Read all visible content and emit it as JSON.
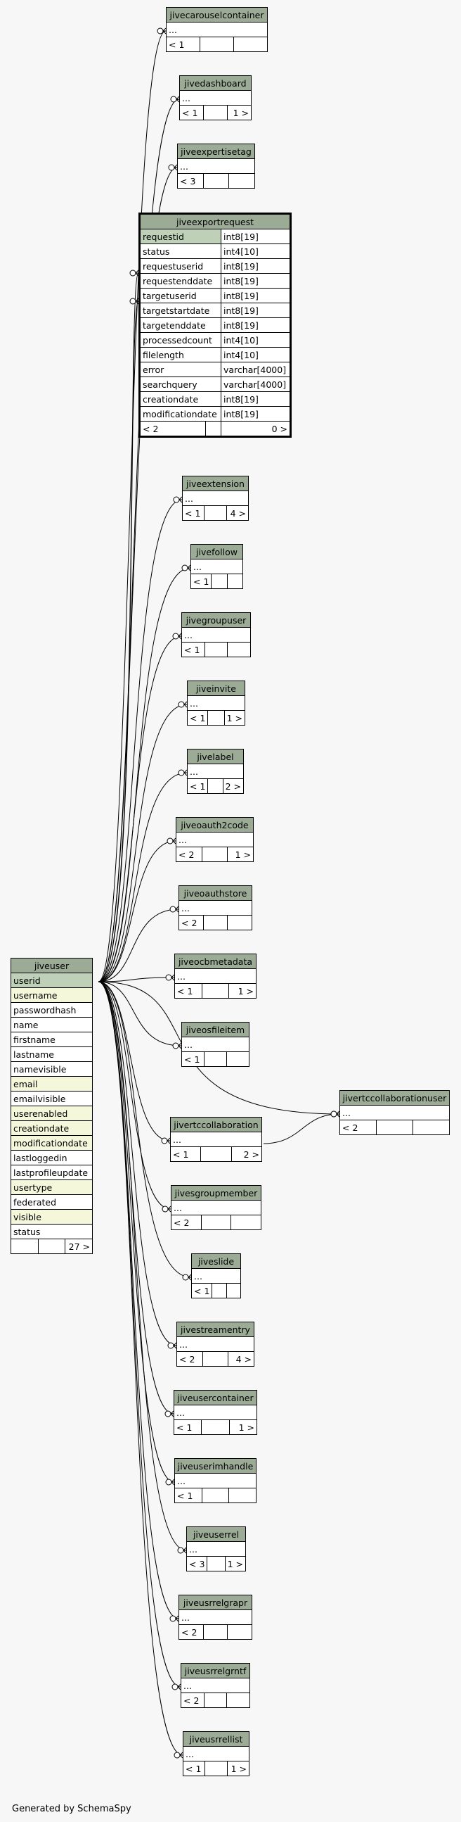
{
  "footer": "Generated by SchemaSpy",
  "colors": {
    "header": "#9bab96",
    "primary_key": "#bed1b8",
    "indexed": "#f4f7da",
    "background": "#f7f7f7"
  },
  "jiveuser": {
    "name": "jiveuser",
    "columns": [
      {
        "name": "userid",
        "kind": "pk"
      },
      {
        "name": "username",
        "kind": "idx"
      },
      {
        "name": "passwordhash",
        "kind": ""
      },
      {
        "name": "name",
        "kind": ""
      },
      {
        "name": "firstname",
        "kind": ""
      },
      {
        "name": "lastname",
        "kind": ""
      },
      {
        "name": "namevisible",
        "kind": ""
      },
      {
        "name": "email",
        "kind": "idx"
      },
      {
        "name": "emailvisible",
        "kind": ""
      },
      {
        "name": "userenabled",
        "kind": "idx"
      },
      {
        "name": "creationdate",
        "kind": "idx"
      },
      {
        "name": "modificationdate",
        "kind": "idx"
      },
      {
        "name": "lastloggedin",
        "kind": ""
      },
      {
        "name": "lastprofileupdate",
        "kind": ""
      },
      {
        "name": "usertype",
        "kind": "idx"
      },
      {
        "name": "federated",
        "kind": ""
      },
      {
        "name": "visible",
        "kind": "idx"
      },
      {
        "name": "status",
        "kind": ""
      }
    ],
    "footer": [
      "",
      "",
      "27 >"
    ]
  },
  "jiveexportrequest": {
    "name": "jiveexportrequest",
    "columns": [
      {
        "name": "requestid",
        "type": "int8[19]",
        "kind": "pk"
      },
      {
        "name": "status",
        "type": "int4[10]",
        "kind": ""
      },
      {
        "name": "requestuserid",
        "type": "int8[19]",
        "kind": ""
      },
      {
        "name": "requestenddate",
        "type": "int8[19]",
        "kind": ""
      },
      {
        "name": "targetuserid",
        "type": "int8[19]",
        "kind": ""
      },
      {
        "name": "targetstartdate",
        "type": "int8[19]",
        "kind": ""
      },
      {
        "name": "targetenddate",
        "type": "int8[19]",
        "kind": ""
      },
      {
        "name": "processedcount",
        "type": "int4[10]",
        "kind": ""
      },
      {
        "name": "filelength",
        "type": "int4[10]",
        "kind": ""
      },
      {
        "name": "error",
        "type": "varchar[4000]",
        "kind": ""
      },
      {
        "name": "searchquery",
        "type": "varchar[4000]",
        "kind": ""
      },
      {
        "name": "creationdate",
        "type": "int8[19]",
        "kind": ""
      },
      {
        "name": "modificationdate",
        "type": "int8[19]",
        "kind": ""
      }
    ],
    "footer": [
      "< 2",
      "",
      "0 >"
    ]
  },
  "tables": [
    {
      "name": "jivecarouselcontainer",
      "row": "...",
      "footer": [
        "< 1",
        "",
        ""
      ]
    },
    {
      "name": "jivedashboard",
      "row": "...",
      "footer": [
        "< 1",
        "",
        "1 >"
      ]
    },
    {
      "name": "jiveexpertisetag",
      "row": "...",
      "footer": [
        "< 3",
        "",
        ""
      ]
    },
    {
      "name": "jiveextension",
      "row": "...",
      "footer": [
        "< 1",
        "",
        "4 >"
      ]
    },
    {
      "name": "jivefollow",
      "row": "...",
      "footer": [
        "< 1",
        "",
        ""
      ]
    },
    {
      "name": "jivegroupuser",
      "row": "...",
      "footer": [
        "< 1",
        "",
        ""
      ]
    },
    {
      "name": "jiveinvite",
      "row": "...",
      "footer": [
        "< 1",
        "",
        "1 >"
      ]
    },
    {
      "name": "jivelabel",
      "row": "...",
      "footer": [
        "< 1",
        "",
        "2 >"
      ]
    },
    {
      "name": "jiveoauth2code",
      "row": "...",
      "footer": [
        "< 2",
        "",
        "1 >"
      ]
    },
    {
      "name": "jiveoauthstore",
      "row": "...",
      "footer": [
        "< 2",
        "",
        ""
      ]
    },
    {
      "name": "jiveocbmetadata",
      "row": "...",
      "footer": [
        "< 1",
        "",
        "1 >"
      ]
    },
    {
      "name": "jiveosfileitem",
      "row": "...",
      "footer": [
        "< 1",
        "",
        ""
      ]
    },
    {
      "name": "jivertccollaborationuser",
      "row": "...",
      "footer": [
        "< 2",
        "",
        ""
      ]
    },
    {
      "name": "jivertccollaboration",
      "row": "...",
      "footer": [
        "< 1",
        "",
        "2 >"
      ]
    },
    {
      "name": "jivesgroupmember",
      "row": "...",
      "footer": [
        "< 2",
        "",
        ""
      ]
    },
    {
      "name": "jiveslide",
      "row": "...",
      "footer": [
        "< 1",
        "",
        ""
      ]
    },
    {
      "name": "jivestreamentry",
      "row": "...",
      "footer": [
        "< 2",
        "",
        "4 >"
      ]
    },
    {
      "name": "jiveusercontainer",
      "row": "...",
      "footer": [
        "< 1",
        "",
        "1 >"
      ]
    },
    {
      "name": "jiveuserimhandle",
      "row": "...",
      "footer": [
        "< 1",
        "",
        ""
      ]
    },
    {
      "name": "jiveuserrel",
      "row": "...",
      "footer": [
        "< 3",
        "",
        "1 >"
      ]
    },
    {
      "name": "jiveusrrelgrapr",
      "row": "...",
      "footer": [
        "< 2",
        "",
        ""
      ]
    },
    {
      "name": "jiveusrrelgrntf",
      "row": "...",
      "footer": [
        "< 2",
        "",
        ""
      ]
    },
    {
      "name": "jiveusrrellist",
      "row": "...",
      "footer": [
        "< 1",
        "",
        "1 >"
      ]
    }
  ]
}
